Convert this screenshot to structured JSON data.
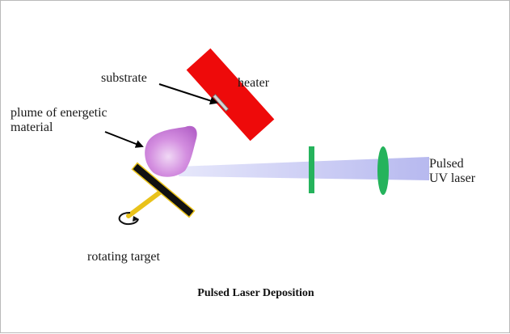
{
  "labels": {
    "substrate": "substrate",
    "heater": "heater",
    "plume_line1": "plume of energetic",
    "plume_line2": "material",
    "laser_line1": "Pulsed",
    "laser_line2": "UV laser",
    "target": "rotating target"
  },
  "caption": "Pulsed Laser Deposition",
  "colors": {
    "heater": "#ee0a0a",
    "plume": "#c77fd8",
    "laser_beam": "#c8c9f2",
    "lens": "#25b35c",
    "target_face": "#111111",
    "target_rod": "#e9c21a",
    "frame": "#b9b9b9"
  }
}
